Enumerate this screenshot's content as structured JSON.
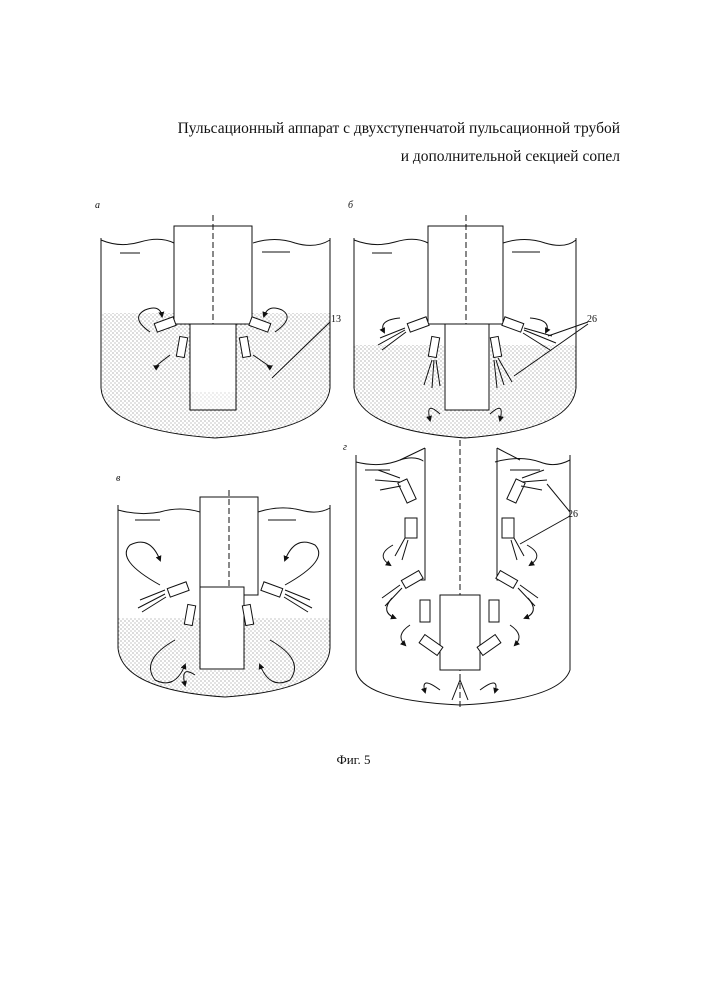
{
  "title": {
    "line1": "Пульсационный аппарат с двухступенчатой пульсационной трубой",
    "line2": "и дополнительной секцией сопел"
  },
  "panels": {
    "a": "а",
    "b": "б",
    "v": "в",
    "g": "г"
  },
  "callouts": {
    "a_ref": "13",
    "b_ref": "26",
    "g_ref": "26"
  },
  "caption": "Фиг. 5"
}
